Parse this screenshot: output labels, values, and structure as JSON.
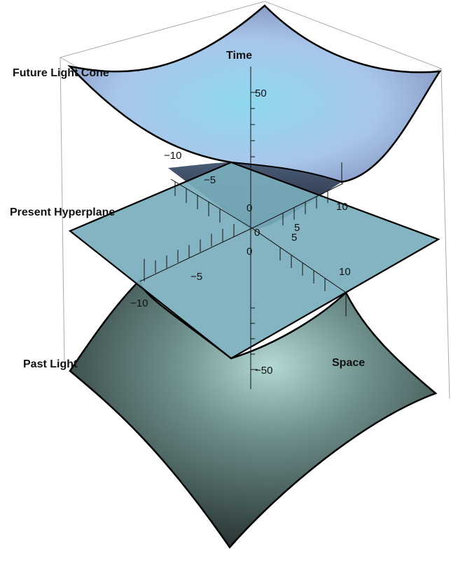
{
  "surface_labels": {
    "future": "Future Light Cone",
    "present": "Present Hyperplane",
    "past": "Past Light"
  },
  "axes": {
    "time_label": "Time",
    "space_label": "Space",
    "time_ticks": [
      "50",
      "0",
      "0",
      "−50"
    ],
    "space_x_ticks": [
      "−10",
      "−5",
      "0",
      "5",
      "10"
    ],
    "space_y_ticks": [
      "−10",
      "−5",
      "0",
      "5",
      "10"
    ]
  },
  "chart_data": {
    "type": "surface3d",
    "surfaces": [
      "future light cone",
      "present hyperplane",
      "past light cone"
    ],
    "space_range": [
      -10,
      10
    ],
    "time_range": [
      -50,
      50
    ],
    "time_ticks": [
      50,
      0,
      -50
    ],
    "space_ticks": [
      -10,
      -5,
      0,
      5,
      10
    ]
  },
  "colors": {
    "future_top": "#b9c0e6",
    "future_mid": "#8ed6ef",
    "future_inner": "#3a4a5c",
    "plane": "#7aaebd",
    "past_light": "#aacfca",
    "past_dark": "#26302f"
  }
}
